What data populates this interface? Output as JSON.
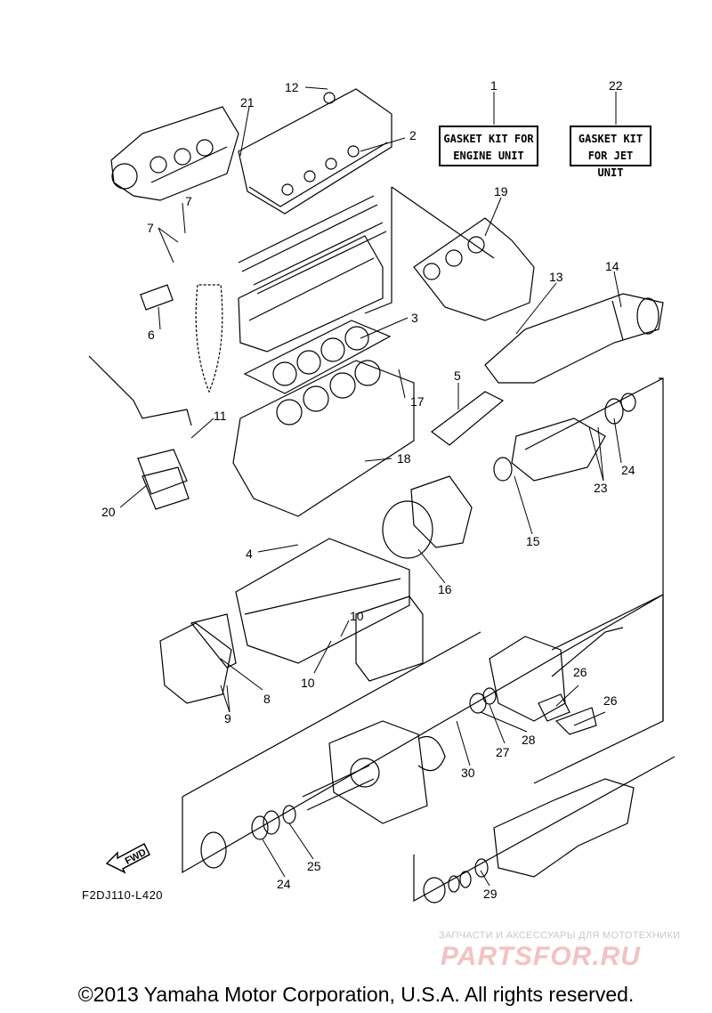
{
  "diagram": {
    "callouts": [
      "1",
      "2",
      "3",
      "4",
      "5",
      "6",
      "7",
      "7",
      "8",
      "9",
      "10",
      "10",
      "11",
      "12",
      "13",
      "14",
      "15",
      "16",
      "17",
      "18",
      "19",
      "20",
      "21",
      "22",
      "23",
      "24",
      "24",
      "25",
      "26",
      "26",
      "27",
      "28",
      "29",
      "30"
    ],
    "kit_engine": {
      "line1": "GASKET KIT FOR",
      "line2": "ENGINE UNIT"
    },
    "kit_jet": {
      "line1": "GASKET KIT",
      "line2": "FOR JET UNIT"
    },
    "fwd_label": "FWD",
    "drawing_code": "F2DJ110-L420"
  },
  "watermark": {
    "line1": "ЗАПЧАСТИ И АКСЕССУАРЫ ДЛЯ МОТОТЕХНИКИ",
    "line2": "PARTSFOR.RU"
  },
  "footer": {
    "copyright": "©2013 Yamaha Motor Corporation, U.S.A. All rights reserved."
  }
}
